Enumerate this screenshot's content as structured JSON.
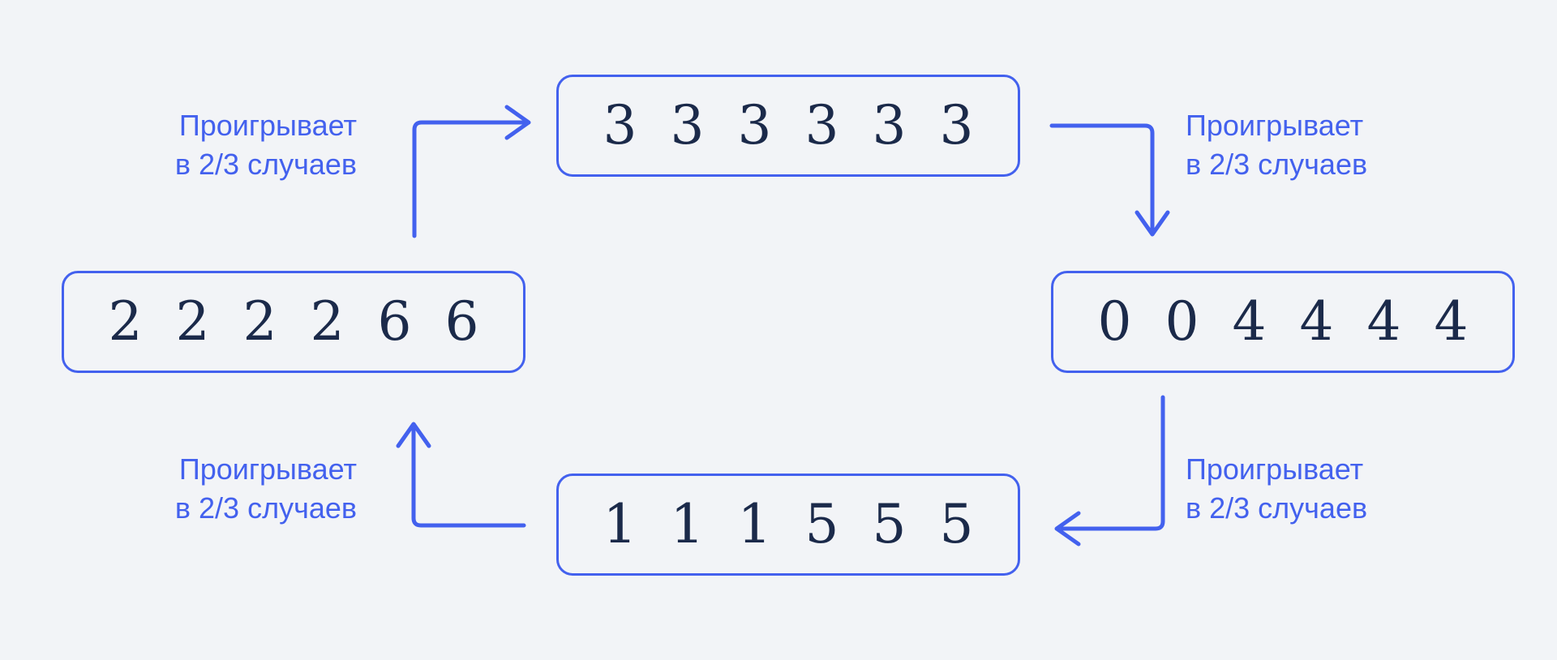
{
  "canvas": {
    "background_color": "#F2F4F7",
    "accent_color": "#4361EE",
    "digit_color": "#1B2A4A"
  },
  "boxes": {
    "top": {
      "digits": [
        "3",
        "3",
        "3",
        "3",
        "3",
        "3"
      ]
    },
    "left": {
      "digits": [
        "2",
        "2",
        "2",
        "2",
        "6",
        "6"
      ]
    },
    "right": {
      "digits": [
        "0",
        "0",
        "4",
        "4",
        "4",
        "4"
      ]
    },
    "bottom": {
      "digits": [
        "1",
        "1",
        "1",
        "5",
        "5",
        "5"
      ]
    }
  },
  "labels": {
    "left_top": {
      "line1": "Проигрывает",
      "line2": "в 2/3 случаев"
    },
    "right_top": {
      "line1": "Проигрывает",
      "line2": "в 2/3 случаев"
    },
    "left_bottom": {
      "line1": "Проигрывает",
      "line2": "в 2/3 случаев"
    },
    "right_bottom": {
      "line1": "Проигрывает",
      "line2": "в 2/3 случаев"
    }
  },
  "arrows": [
    {
      "name": "left-to-top",
      "from": "left",
      "to": "top",
      "head": "right"
    },
    {
      "name": "top-to-right",
      "from": "top",
      "to": "right",
      "head": "down"
    },
    {
      "name": "right-to-bottom",
      "from": "right",
      "to": "bottom",
      "head": "left"
    },
    {
      "name": "bottom-to-left",
      "from": "bottom",
      "to": "left",
      "head": "up"
    }
  ]
}
